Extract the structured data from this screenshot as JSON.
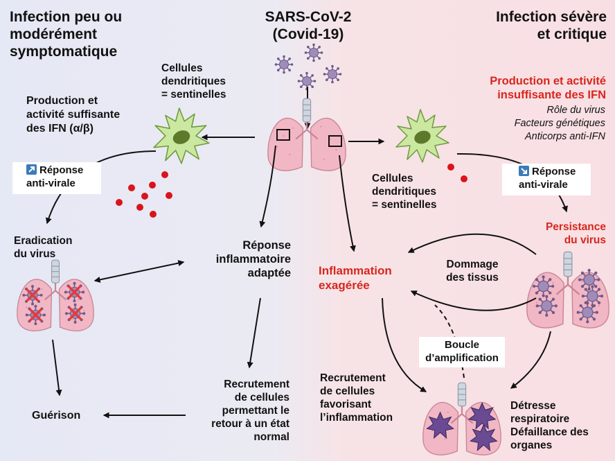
{
  "left_title": [
    "Infection peu ou",
    "modérément",
    "symptomatique"
  ],
  "center_title": [
    "SARS-CoV-2",
    "(Covid-19)"
  ],
  "right_title": [
    "Infection sévère",
    "et critique"
  ],
  "left": {
    "dc_label": [
      "Cellules",
      "dendritiques",
      "= sentinelles"
    ],
    "ifn": [
      "Production et",
      "activité suffisante",
      "des IFN (α/β)"
    ],
    "response": [
      "Réponse",
      "anti-virale"
    ],
    "eradication": [
      "Eradication",
      "du virus"
    ],
    "healing": "Guérison",
    "inflammatory": [
      "Réponse",
      "inflammatoire",
      "adaptée"
    ],
    "recruitment": [
      "Recrutement",
      "de cellules",
      "permettant le",
      "retour à un état",
      "normal"
    ]
  },
  "right": {
    "ifn_title": [
      "Production et activité",
      "insuffisante des IFN"
    ],
    "ifn_causes": [
      "Rôle du virus",
      "Facteurs génétiques",
      "Anticorps anti-IFN"
    ],
    "dc_label": [
      "Cellules",
      "dendritiques",
      "= sentinelles"
    ],
    "response": [
      "Réponse",
      "anti-virale"
    ],
    "persistence": [
      "Persistance",
      "du virus"
    ],
    "inflammation": [
      "Inflammation",
      "exagérée"
    ],
    "damage": [
      "Dommage",
      "des tissus"
    ],
    "loop": [
      "Boucle",
      "d’amplification"
    ],
    "recruitment": [
      "Recrutement",
      "de cellules",
      "favorisant",
      "l’inflammation"
    ],
    "outcome": [
      "Détresse",
      "respiratoire",
      "Défaillance des",
      "organes"
    ]
  },
  "colors": {
    "left_background": "#e6e9f6",
    "right_background": "#f8e0e4",
    "alert_red": "#d8261c",
    "ifn_dot": "#d9141c",
    "virus": "#8f7aa8",
    "lung": "#f2b7c4",
    "dendritic_cell": "#c7e69a",
    "response_icon": "#3d7ab8"
  },
  "icons": {
    "up_response": "arrow-up-right-icon",
    "down_response": "arrow-down-right-icon"
  }
}
